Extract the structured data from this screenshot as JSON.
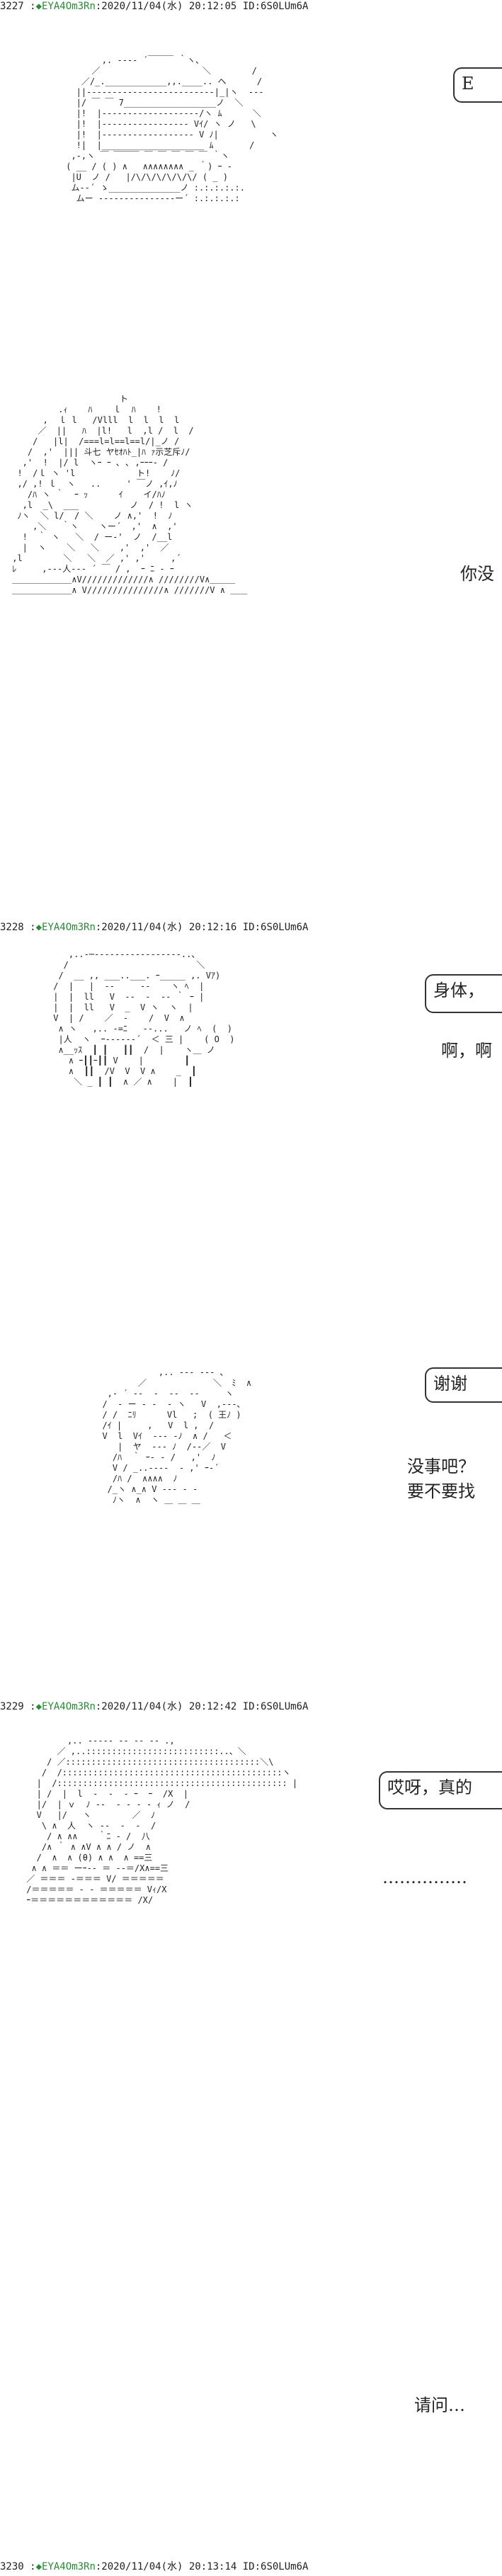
{
  "posts": [
    {
      "number": "3227 :",
      "diamond": "◆",
      "name": "EYA4Om3Rn",
      "meta": ":2020/11/04(水) 20:12:05 ID:6S0LUm6A"
    },
    {
      "number": "3228 :",
      "diamond": "◆",
      "name": "EYA4Om3Rn",
      "meta": ":2020/11/04(水) 20:12:16 ID:6S0LUm6A"
    },
    {
      "number": "3229 :",
      "diamond": "◆",
      "name": "EYA4Om3Rn",
      "meta": ":2020/11/04(水) 20:12:42 ID:6S0LUm6A"
    },
    {
      "number": "3230 :",
      "diamond": "◆",
      "name": "EYA4Om3Rn",
      "meta": ":2020/11/04(水) 20:13:14 ID:6S0LUm6A"
    }
  ],
  "dialogue": {
    "p1_bubble": "E",
    "p1_line2": "你没",
    "p2_bubble": "身体，",
    "p2_line2": "啊，啊",
    "p2_bubble2": "谢谢",
    "p2_line3": "没事吧？",
    "p2_line4": "要不要找",
    "p3_bubble": "哎呀，真的",
    "p3_line2": "……………",
    "p4_line1": "请问…"
  },
  "ascii_art": {
    "post1_top": "        ,. -‐‐‐ ´￣￣￣ ｀ヽ、\n      ／                    ＼        /\n    ／/_.____________,,.____.. ヘ      /\n   ||-------------------------|_|ヽ  ‐‐‐\n   |/ ￣ ￣ 7__________________ノ  ＼\n   |!  |-------------------/ヽ ﾑ      ＼\n   |!  |----------------- Vｲ/ ヽ ノ   \\\n   |!  |------------------ V ﾉ|          ヽ\n   !|  |____________________ ﾑ       /\n  ,-,ヽ ￣ ￣￣￣ ￣ ￣ ￣ ￣ ￣ ｀ヽ\n ( __ / ( ) ∧   ∧∧∧∧∧∧∧∧ _ ｀) ｰ -\n  |U  ノ /   |/\\/\\/\\/\\/\\/\\/ ( _ )\n  ム-‐´ ゝ______________ノ :.:.:.:.:.\n   ムー ‐‐‐‐‐‐‐‐‐‐‐‐‐‐‐ー´ :.:.:.:.:",
    "post1_bottom": "                      ト\n          .ｨ    ﾊ    ｌ  ﾊ    !\n       ,  ｌ l   /Vlll  l  l  l  l\n      ／  ||   ﾊ  |l!   l  ,l /  l  /\n     /   |l|  /===l=l==l==l/|_ノ /\n    /  ,'  ||| 斗七 ヤｾｵﾊﾄ_|ﾊ ｧ示芝斥ﾉ/\n   ,'  !  |/ l  ヽｰ ｰ ､ ､ ,ｰｰｰ- /\n  !  /ｌ ヽ 'l            ト!    ﾉ/\n  ,/ ,! ｌ  ヽ   ..     ' ￣ノ ,ｲ,ﾉ\n    /ﾊ ヽ ｀  ｰ ｯ      ｲ    イ/ﾊﾉ\n   ,l  _\\  ___          ノ  / !  l ヽ\n  ﾉヽ  ＼ l/  / ＼    ノ ∧,'  !  ﾉ\n     ,＼   ｀ヽ    ヽー´  ,'  ∧  ,'\n   !  ｀ ヽ   ＼  / ー-'  ノ  /__l\n   |  ヽ    ＼   ＼    ,'  ,'  ／\n ,l        ＼   ＼  ／ ,' ,'     ,´\n ﾚ     ,-‐‐人‐‐‐ ´ ￣ / ,  ｰ ﾆ ‐ ｰ\n ＿＿＿＿＿＿＿∧V/////////////∧ ////////V∧＿＿＿\n ＿＿＿＿＿＿＿∧ V///////////////∧ ///////V ∧ ＿＿",
    "post2_top": "    ,..-─‐‐‐‐‐‐‐‐‐‐‐‐‐‐‐‐-..、\n   /                         ＼\n  /  __ ,, ___..___. ｰ_____ ,. Vｱ)\n /  |   |  -‐     -‐    ヽ ﾍ  |\n |  |  ll   V  -‐  ‐  -‐ ｀ ｰ |\n |  |  ll   V  _  V ヽ  ヽ  |\n V  | /    ／  ‐    /  V  ∧\n  ∧ ヽ   ,.. -=ﾆ   ‐-...   ノ ﾍ  (  )\n  |人  ヽ  ｰ-‐‐‐‐‐´  ＜ 三 |    ( O  )\n  ∧__ｯｽ  ┃ ┃   ┃┃  /  |    ヽ＿ ノ\n    ∧ ｰ┃┃ｰ┃┃ V    |        ┃\n    ∧  ┃┃  /V  V  V ∧    _  ┃\n     ＼ _ ┃ ┃  ∧ ／ ∧    |  ┃",
    "post2_bottom": "             ,.. ‐‐‐ ‐‐‐ ､\n         ／             ＼  ﾐ  ∧\n   ,- ´ ‐‐  ‐  ‐‐  ‐‐     ヽ\n  /  ‐ ー ‐ ‐  ‐ ヽ   V  ,-‐-､\n  / /  ﾆﾘ      Vl   ;  ( 王ﾉ )\n  /ｲ |     ,   V  l ,  /\n  V  l  Vｲ  --‐ ‐ﾉ  ∧ /   ＜\n     |  ヤ  ‐‐‐ ﾉ  /‐‐／  V\n    /ﾊ  ｀ ｰ- ‐ /   ,'  ﾉ\n    V / _..-‐‐-  ‐ ,' ｰ‐´\n    /ﾊ /  ∧∧∧∧  ﾉ\n   /_ヽ ∧_∧ V ‐‐‐ ‐ ‐\n    ﾉヽ  ∧  ヽ ＿ ＿ ＿",
    "post3_top": "         ,.. -‐‐‐‐ ‐‐ ‐‐ ‐- .,\n       ／ ,..::::::::::::::::::::::::::..、＼\n     / ／::::::::::::::::::::::::::::::::::::::＼\\\n    /  /:::::::::::::::::::::::::::::::::::::::::::ヽ\n   |  /::::::::::::::::::::::::::::::::::::::::::::: |\n   | /  |  l  ‐  ‐  ‐ ｰ  ｰ  /X  |\n   |/  | ｖ  ﾉ ‐‐  ‐ ‐ ‐ ‐ ｨ ノ  /\n   V   |/   ヽ        ／  ﾉ\n    \\ ∧  人  ヽ ‐‐  ‐  ‐  /\n     / ∧ ∧∧    ｀ﾆ ‐ /  八\n    /∧ ｀ ∧ ∧V ∧ ∧ / ノ  ∧\n   /  ∧  ∧ (θ) ∧ ∧  ∧ ==三\n  ∧ ∧ ＝＝ ーｰ‐‐ ＝ ‐‐＝/X∧==三\n ／ ＝＝＝ ‐＝＝＝ V/ ＝＝＝＝＝\n /＝＝＝＝＝ ‐ ‐ ＝＝＝＝＝ Vｨ/X\n ｰ＝＝＝＝＝＝＝＝＝＝＝＝ /X/"
  },
  "colors": {
    "name_green": "#2a8a36",
    "text": "#222222",
    "background": "#ffffff"
  }
}
